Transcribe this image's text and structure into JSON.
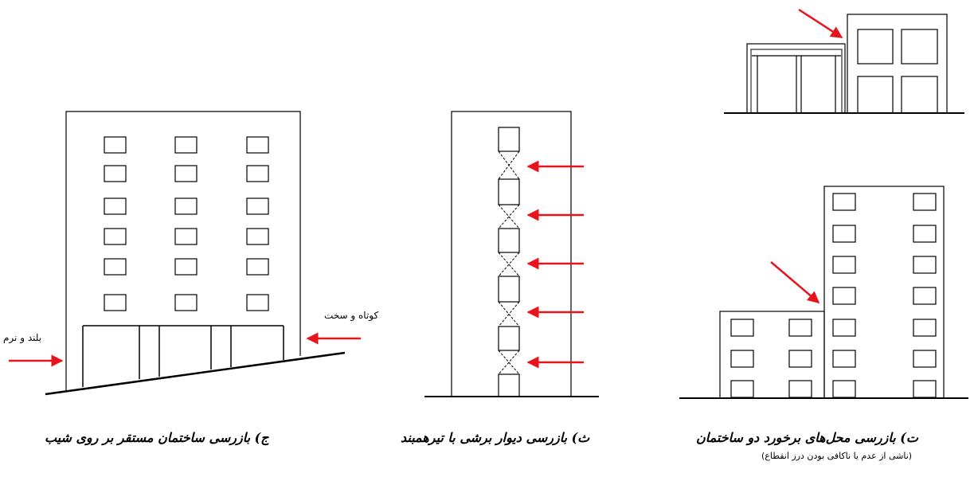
{
  "panels": {
    "slope": {
      "caption": "ج) بازرسی ساختمان مستقر بر روی شیب",
      "label_short_stiff": "کوتاه و سخت",
      "label_tall_soft": "بلند و نرم"
    },
    "shear_wall": {
      "caption": "ث) بازرسی دیوار برشی با تیرهمبند"
    },
    "pounding": {
      "caption": "ت) بازرسی محل‌های برخورد دو ساختمان",
      "note": "(ناشی از عدم یا ناکافی بودن درز انقطاع)"
    }
  },
  "colors": {
    "arrow": "#e8141c",
    "line": "#000000"
  }
}
